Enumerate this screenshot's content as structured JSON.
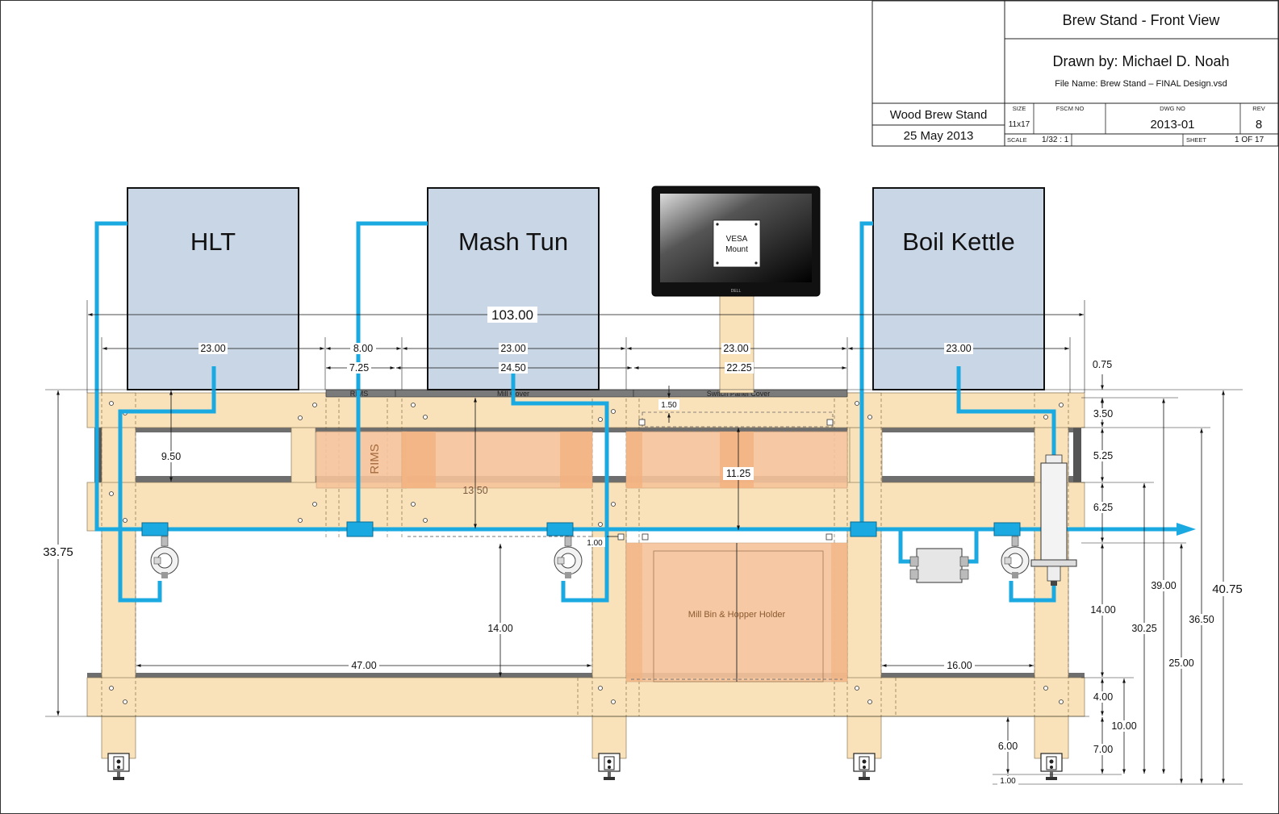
{
  "title_block": {
    "title": "Brew Stand -  Front View",
    "drawn_by": "Drawn by:  Michael D. Noah",
    "file_name": "File Name:  Brew Stand – FINAL Design.vsd",
    "project": "Wood Brew Stand",
    "date": "25 May 2013",
    "size_label": "SIZE",
    "size_value": "11x17",
    "fscm_label": "FSCM NO",
    "dwg_label": "DWG NO",
    "dwg_value": "2013-01",
    "rev_label": "REV",
    "rev_value": "8",
    "scale_label": "SCALE",
    "scale_value": "1/32 : 1",
    "sheet_label": "SHEET",
    "sheet_value": "1 OF 17"
  },
  "vessels": {
    "hlt": "HLT",
    "mash_tun": "Mash Tun",
    "boil_kettle": "Boil Kettle"
  },
  "monitor": {
    "mount_label_1": "VESA",
    "mount_label_2": "Mount",
    "brand": "DELL"
  },
  "components": {
    "rims_cover": "RIMS",
    "mill_cover": "Mill Cover",
    "switch_panel_cover": "Switch Panel Cover",
    "rims_vertical": "RIMS",
    "mill_bin": "Mill Bin & Hopper Holder"
  },
  "dimensions": {
    "overall_width": "103.00",
    "hlt_width": "23.00",
    "rims_width": "8.00",
    "rims_inner": "7.25",
    "mash_width": "23.00",
    "mill_width": "24.50",
    "switch_width": "23.00",
    "switch_inner": "22.25",
    "kettle_width": "23.00",
    "top_gap": "0.75",
    "frame_top": "3.50",
    "hlt_clearance": "9.50",
    "switch_depth": "1.50",
    "mill_height": "13.50",
    "panel_height": "11.25",
    "gap_mid": "1.00",
    "shelf_clear": "14.00",
    "lower_span": "47.00",
    "right_span": "16.00",
    "left_height": "33.75",
    "r_5_25": "5.25",
    "r_6_25": "6.25",
    "r_14_00": "14.00",
    "r_4_00": "4.00",
    "r_7_00": "7.00",
    "r_6_00": "6.00",
    "r_1_00": "1.00",
    "r_10_00": "10.00",
    "r_30_25": "30.25",
    "r_39_00": "39.00",
    "r_25_00": "25.00",
    "r_36_50": "36.50",
    "r_40_75": "40.75"
  },
  "colors": {
    "pipe": "#1aa9e1",
    "vessel": "#c9d6e6",
    "wood": "#f9e2b9",
    "panel": "#f6c39b"
  }
}
